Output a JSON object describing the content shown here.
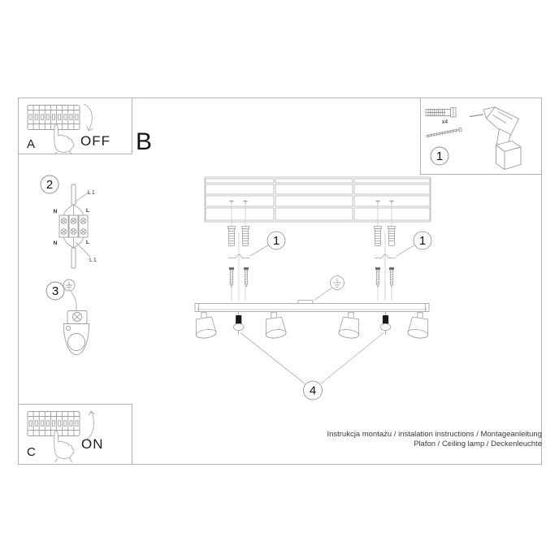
{
  "panels": {
    "a_label": "A",
    "b_label": "B",
    "c_label": "C",
    "off": "OFF",
    "on": "ON"
  },
  "tools": {
    "step": "1",
    "qty": "x4"
  },
  "wiring": {
    "step": "2",
    "l1_top": "L1",
    "l1_bottom": "L1",
    "n_top": "N",
    "l_top": "L",
    "n_bottom": "N",
    "l_bottom": "L"
  },
  "grounding": {
    "step": "3"
  },
  "assembly": {
    "anchor_step_left": "1",
    "anchor_step_right": "1",
    "screw_step": "4"
  },
  "footer": {
    "line1": "Instrukcja montażu / instalation instructions / Montageanleitung",
    "line2": "Plafon / Ceiling lamp / Deckenleuchte"
  }
}
